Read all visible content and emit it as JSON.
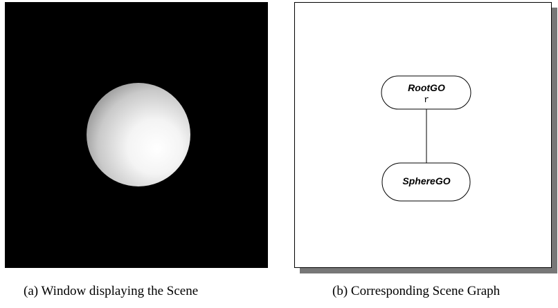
{
  "scene_window": {
    "background_color": "#000000",
    "object": "sphere"
  },
  "scene_graph": {
    "root_node": {
      "name": "RootGO",
      "variable": "r"
    },
    "child_node": {
      "name": "SphereGO"
    },
    "shadow_color": "#777777"
  },
  "captions": {
    "a": "(a) Window displaying the Scene",
    "b": "(b) Corresponding Scene Graph"
  }
}
